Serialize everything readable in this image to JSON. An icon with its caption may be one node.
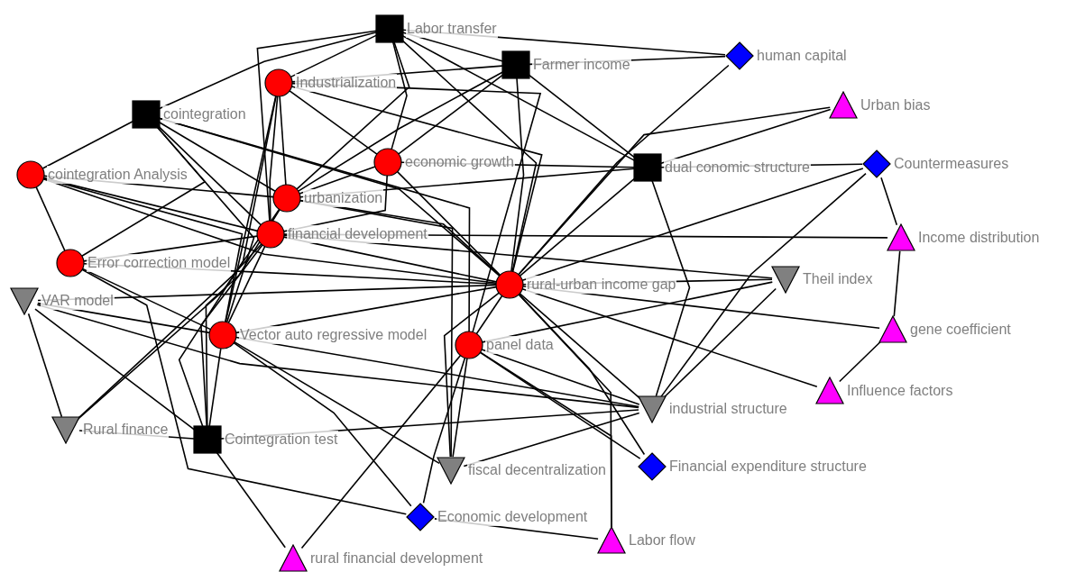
{
  "diagram": {
    "nodes": [
      {
        "text": [
          "Labor transfer"
        ]
      },
      {
        "text": [
          "Industrialization"
        ]
      },
      {
        "text": [
          "Farmer income"
        ]
      },
      {
        "text": [
          "human capital"
        ]
      },
      {
        "text": [
          "cointegration"
        ]
      },
      {
        "text": [
          "Urban bias"
        ]
      },
      {
        "text": [
          "economic growth"
        ]
      },
      {
        "text": [
          "cointegration Analysis"
        ]
      },
      {
        "text": [
          "dual conomic structure"
        ]
      },
      {
        "text": [
          "Countermeasures"
        ]
      },
      {
        "text": [
          "urbanization"
        ]
      },
      {
        "text": [
          "financial development"
        ]
      },
      {
        "text": [
          "Income distribution"
        ]
      },
      {
        "text": [
          "Error correction model"
        ]
      },
      {
        "text": [
          "rural-urban income gap"
        ]
      },
      {
        "text": [
          "Theil index"
        ]
      },
      {
        "text": [
          "VAR model"
        ]
      },
      {
        "text": [
          "gene coefficient"
        ]
      },
      {
        "text": [
          "Vector auto regressive model"
        ]
      },
      {
        "text": [
          "panel data"
        ]
      },
      {
        "text": [
          "Influence factors"
        ]
      },
      {
        "text": [
          "industrial structure"
        ]
      },
      {
        "text": [
          "Rural finance"
        ]
      },
      {
        "text": [
          "Cointegration test"
        ]
      },
      {
        "text": [
          "fiscal decentralization"
        ]
      },
      {
        "text": [
          "Financial expenditure structure"
        ]
      },
      {
        "text": [
          "Economic development"
        ]
      },
      {
        "text": [
          "Labor flow"
        ]
      },
      {
        "text": [
          "rural financial development"
        ]
      }
    ],
    "edges": [
      {
        "from": 14,
        "to": 1,
        "arrow": "none"
      },
      {
        "from": 14,
        "to": 4,
        "arrow": "none"
      },
      {
        "from": 14,
        "to": 6,
        "arrow": "none"
      },
      {
        "from": 14,
        "to": 7,
        "arrow": "none"
      },
      {
        "from": 14,
        "to": 8,
        "arrow": "none"
      },
      {
        "from": 14,
        "to": 10,
        "arrow": "none"
      },
      {
        "from": 14,
        "to": 11,
        "arrow": "none"
      },
      {
        "from": 14,
        "to": 13,
        "arrow": "none"
      },
      {
        "from": 14,
        "to": 16,
        "arrow": "none"
      },
      {
        "from": 14,
        "to": 18,
        "arrow": "none"
      },
      {
        "from": 14,
        "to": 19,
        "arrow": "none"
      },
      {
        "from": 14,
        "to": 15,
        "arrow": "none"
      },
      {
        "from": 14,
        "to": 17,
        "arrow": "none"
      },
      {
        "from": 14,
        "to": 20,
        "arrow": "none"
      },
      {
        "from": 14,
        "to": 21,
        "arrow": "none"
      },
      {
        "from": 14,
        "to": 24,
        "arrow": "none"
      },
      {
        "from": 14,
        "to": 25,
        "arrow": "none"
      },
      {
        "from": 14,
        "to": 27,
        "arrow": "none"
      },
      {
        "from": 14,
        "to": 9,
        "arrow": "none"
      },
      {
        "from": 14,
        "to": 3,
        "arrow": "none"
      },
      {
        "from": 14,
        "to": 5,
        "arrow": "none"
      },
      {
        "from": 8,
        "to": 5,
        "arrow": "none"
      },
      {
        "from": 0,
        "to": 1,
        "arrow": "none"
      },
      {
        "from": 0,
        "to": 2,
        "arrow": "none"
      },
      {
        "from": 0,
        "to": 3,
        "arrow": "none"
      },
      {
        "from": 0,
        "to": 8,
        "arrow": "none"
      },
      {
        "from": 0,
        "to": 6,
        "arrow": "none"
      },
      {
        "from": 0,
        "to": 10,
        "arrow": "none"
      },
      {
        "from": 0,
        "to": 11,
        "arrow": "none"
      },
      {
        "from": 0,
        "to": 4,
        "arrow": "none"
      },
      {
        "from": 0,
        "to": 14,
        "arrow": "none"
      },
      {
        "from": 2,
        "to": 1,
        "arrow": "none"
      },
      {
        "from": 2,
        "to": 10,
        "arrow": "none"
      },
      {
        "from": 2,
        "to": 6,
        "arrow": "none"
      },
      {
        "from": 2,
        "to": 3,
        "arrow": "none"
      },
      {
        "from": 2,
        "to": 14,
        "arrow": "none"
      },
      {
        "from": 2,
        "to": 8,
        "arrow": "none"
      },
      {
        "from": 1,
        "to": 11,
        "arrow": "none"
      },
      {
        "from": 1,
        "to": 10,
        "arrow": "none"
      },
      {
        "from": 1,
        "to": 18,
        "arrow": "none"
      },
      {
        "from": 1,
        "to": 23,
        "arrow": "none"
      },
      {
        "from": 1,
        "to": 6,
        "arrow": "none"
      },
      {
        "from": 1,
        "to": 19,
        "arrow": "none"
      },
      {
        "from": 4,
        "to": 7,
        "arrow": "none"
      },
      {
        "from": 4,
        "to": 13,
        "arrow": "none"
      },
      {
        "from": 4,
        "to": 10,
        "arrow": "none"
      },
      {
        "from": 4,
        "to": 11,
        "arrow": "none"
      },
      {
        "from": 4,
        "to": 19,
        "arrow": "none"
      },
      {
        "from": 4,
        "to": 18,
        "arrow": "none"
      },
      {
        "from": 7,
        "to": 13,
        "arrow": "none"
      },
      {
        "from": 7,
        "to": 11,
        "arrow": "none"
      },
      {
        "from": 7,
        "to": 18,
        "arrow": "none"
      },
      {
        "from": 7,
        "to": 10,
        "arrow": "none"
      },
      {
        "from": 9,
        "to": 8,
        "arrow": "none"
      },
      {
        "from": 9,
        "to": 12,
        "arrow": "none"
      },
      {
        "from": 9,
        "to": 21,
        "arrow": "none"
      },
      {
        "from": 12,
        "to": 11,
        "arrow": "none"
      },
      {
        "from": 12,
        "to": 17,
        "arrow": "none"
      },
      {
        "from": 17,
        "to": 20,
        "arrow": "none"
      },
      {
        "from": 15,
        "to": 19,
        "arrow": "none"
      },
      {
        "from": 15,
        "to": 11,
        "arrow": "none"
      },
      {
        "from": 15,
        "to": 21,
        "arrow": "none"
      },
      {
        "from": 21,
        "to": 18,
        "arrow": "none"
      },
      {
        "from": 21,
        "to": 24,
        "arrow": "none"
      },
      {
        "from": 21,
        "to": 16,
        "arrow": "none"
      },
      {
        "from": 21,
        "to": 19,
        "arrow": "none"
      },
      {
        "from": 16,
        "to": 22,
        "arrow": "none"
      },
      {
        "from": 22,
        "to": 23,
        "arrow": "none"
      },
      {
        "from": 22,
        "to": 10,
        "arrow": "none"
      },
      {
        "from": 22,
        "to": 11,
        "arrow": "none"
      },
      {
        "from": 23,
        "to": 18,
        "arrow": "none"
      },
      {
        "from": 23,
        "to": 10,
        "arrow": "none"
      },
      {
        "from": 23,
        "to": 11,
        "arrow": "none"
      },
      {
        "from": 23,
        "to": 16,
        "arrow": "none"
      },
      {
        "from": 23,
        "to": 28,
        "arrow": "none"
      },
      {
        "from": 23,
        "to": 21,
        "arrow": "none"
      },
      {
        "from": 28,
        "to": 19,
        "arrow": "none"
      },
      {
        "from": 26,
        "to": 27,
        "arrow": "none"
      },
      {
        "from": 26,
        "to": 19,
        "arrow": "none"
      },
      {
        "from": 26,
        "to": 13,
        "arrow": "none"
      },
      {
        "from": 26,
        "to": 18,
        "arrow": "none"
      },
      {
        "from": 24,
        "to": 19,
        "arrow": "none"
      },
      {
        "from": 24,
        "to": 18,
        "arrow": "none"
      },
      {
        "from": 24,
        "to": 10,
        "arrow": "none"
      },
      {
        "from": 25,
        "to": 19,
        "arrow": "none"
      },
      {
        "from": 27,
        "to": 19,
        "arrow": "none"
      },
      {
        "from": 6,
        "to": 8,
        "arrow": "none"
      },
      {
        "from": 6,
        "to": 10,
        "arrow": "none"
      },
      {
        "from": 6,
        "to": 11,
        "arrow": "none"
      },
      {
        "from": 8,
        "to": 10,
        "arrow": "none"
      },
      {
        "from": 8,
        "to": 21,
        "arrow": "none"
      },
      {
        "from": 11,
        "to": 13,
        "arrow": "none"
      },
      {
        "from": 11,
        "to": 18,
        "arrow": "none"
      },
      {
        "from": 13,
        "to": 18,
        "arrow": "none"
      },
      {
        "from": 16,
        "to": 18,
        "arrow": "none"
      }
    ]
  }
}
